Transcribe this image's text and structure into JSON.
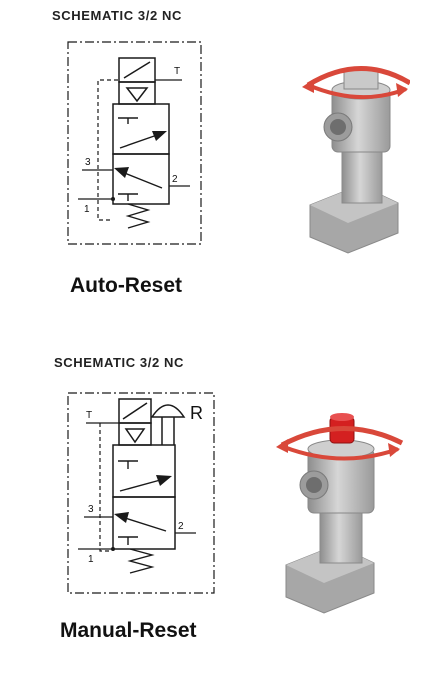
{
  "auto_reset": {
    "schematic_title": "SCHEMATIC 3/2 NC",
    "caption": "Auto-Reset",
    "ports": {
      "exhaust_t": "T",
      "port_3": "3",
      "port_2": "2",
      "port_1": "1"
    }
  },
  "manual_reset": {
    "schematic_title": "SCHEMATIC 3/2 NC",
    "caption": "Manual-Reset",
    "reset_label": "R",
    "ports": {
      "exhaust_t": "T",
      "port_3": "3",
      "port_2": "2",
      "port_1": "1"
    }
  },
  "colors": {
    "line": "#1a1a1a",
    "valve_body": "#b9b9b9",
    "reset_button": "#d42020",
    "rotation_arrow": "#d9483a"
  }
}
